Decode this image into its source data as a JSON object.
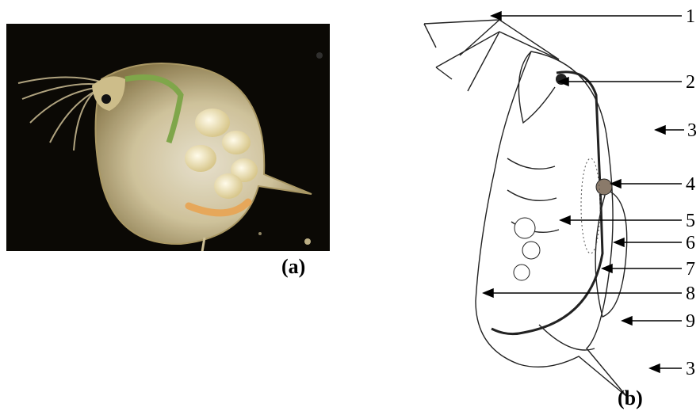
{
  "captions": {
    "a": "(a)",
    "b": "(b)"
  },
  "labels": [
    "1",
    "2",
    "3",
    "4",
    "5",
    "6",
    "7",
    "8",
    "9",
    "3"
  ],
  "colors": {
    "photo_bg": "#0b0905",
    "shell": "#c9b98a",
    "egg": "#efe6c6",
    "gut_green": "#7fa64a",
    "drawing_line": "#222222"
  }
}
